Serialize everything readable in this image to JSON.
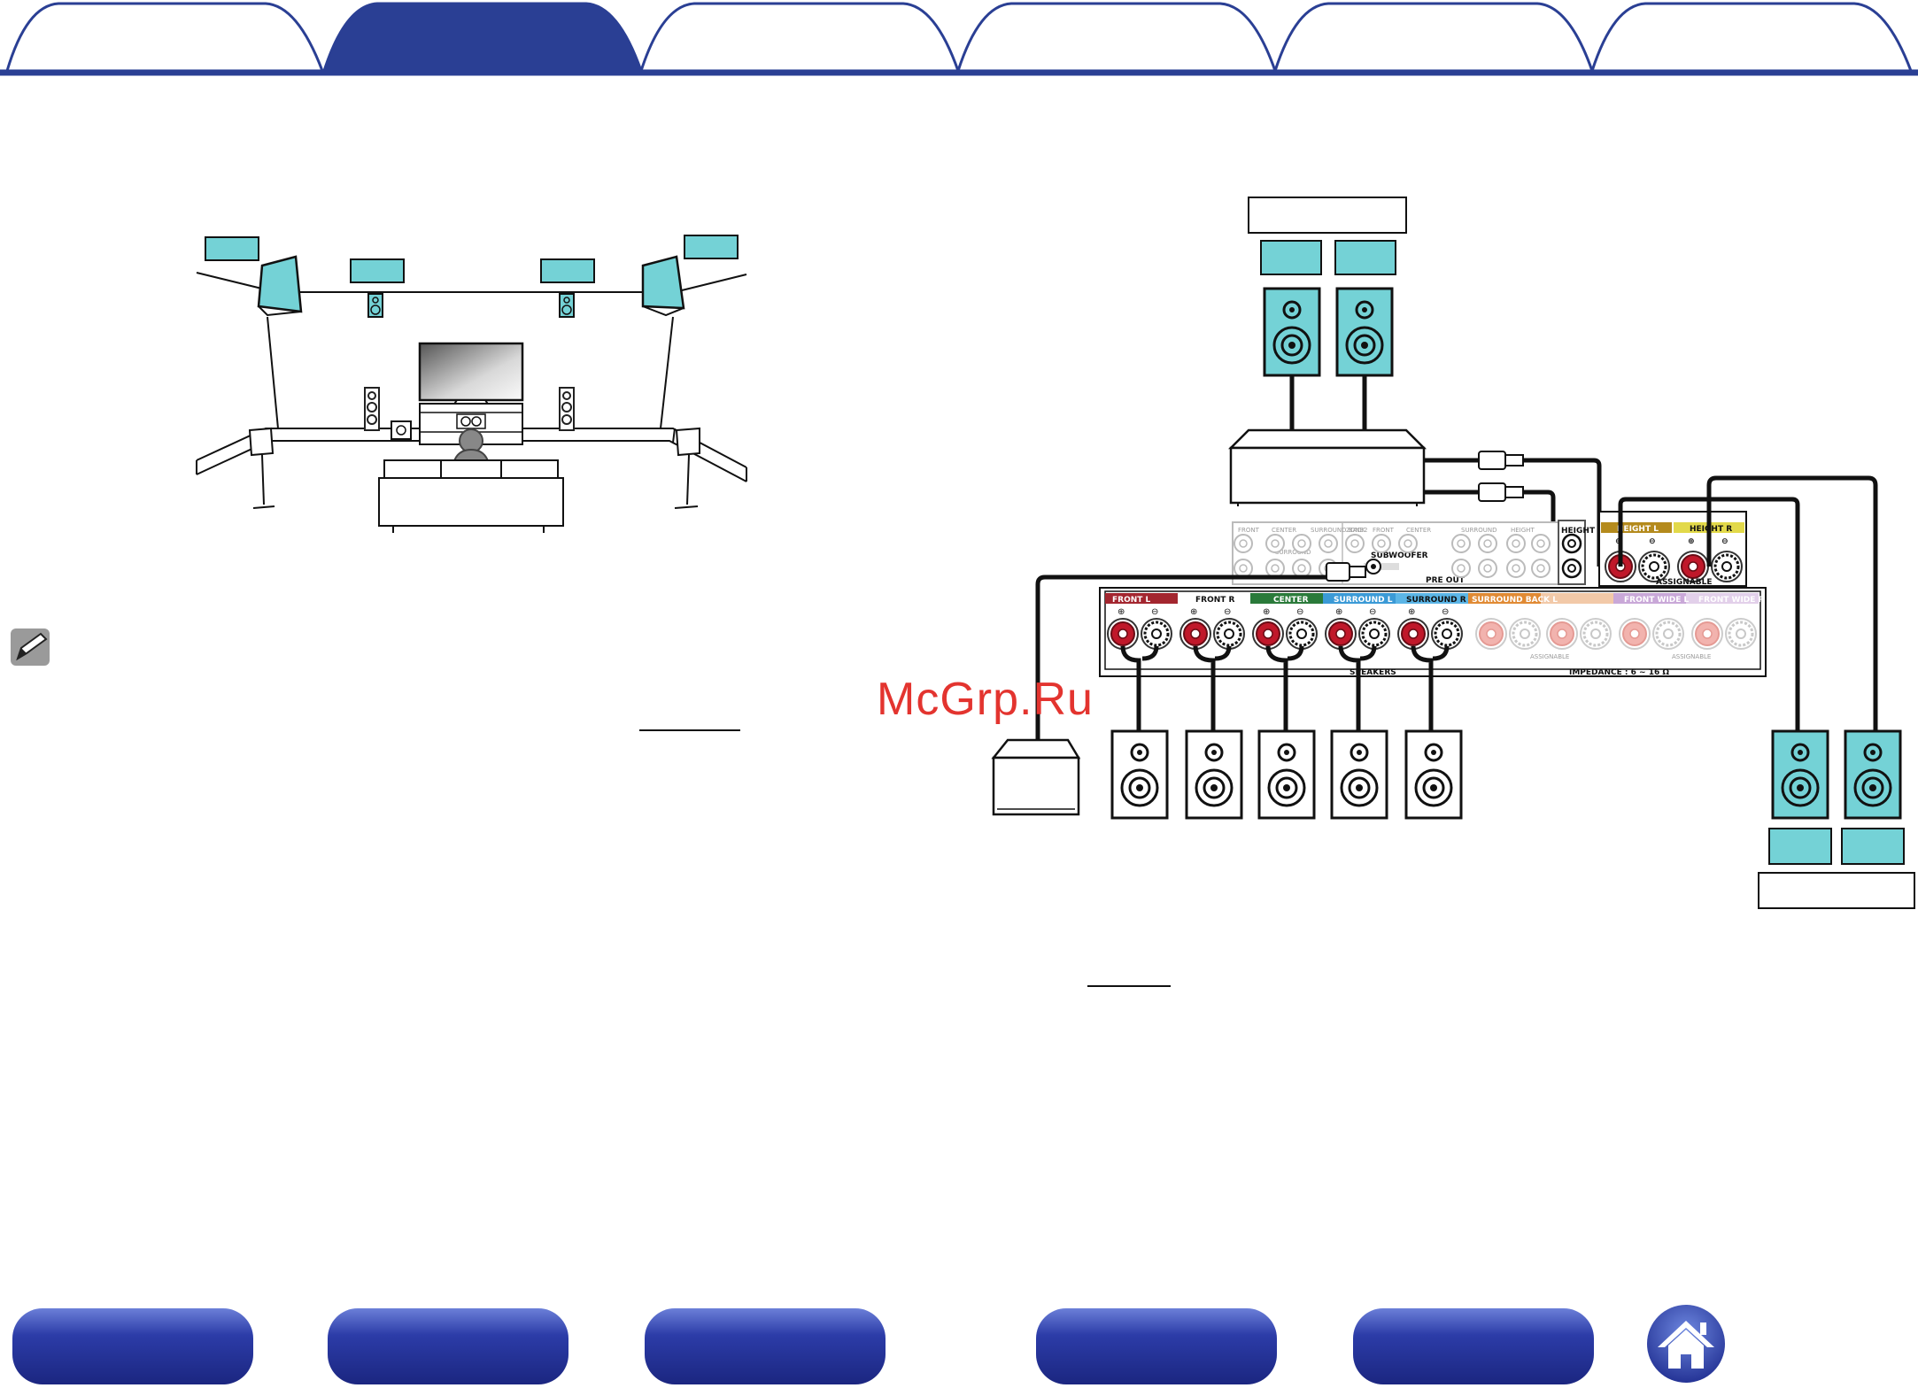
{
  "header": {
    "tabs": [
      {
        "label": "",
        "active": false
      },
      {
        "label": "",
        "active": true
      },
      {
        "label": "",
        "active": false
      },
      {
        "label": "",
        "active": false
      },
      {
        "label": "",
        "active": false
      },
      {
        "label": "",
        "active": false
      }
    ]
  },
  "watermark": "McGrp.Ru",
  "receiver_panel": {
    "section_labels": {
      "front_l": "FRONT L",
      "front_r": "FRONT R",
      "center": "CENTER",
      "surround_l": "SURROUND L",
      "surround_r": "SURROUND R",
      "surround_back_l": "SURROUND BACK L",
      "front_wide_l": "FRONT WIDE L",
      "front_wide_r": "FRONT WIDE R",
      "height_l": "HEIGHT L",
      "height_r": "HEIGHT R",
      "speakers": "SPEAKERS",
      "impedance": "IMPEDANCE : 6 ~ 16 Ω",
      "pre_out": "PRE OUT",
      "subwoofer": "SUBWOOFER",
      "zone2": "ZONE2",
      "front": "FRONT",
      "surround": "SURROUND",
      "surround_back": "SURROUND BACK",
      "height": "HEIGHT",
      "assignable": "ASSIGNABLE"
    }
  },
  "colors": {
    "navy": "#2a3f94",
    "cyan": "#74d2d6",
    "front": "#a3262f",
    "center": "#2a7a3a",
    "surround": "#3b9ad6",
    "surround_back": "#e08a34",
    "height": "#b48a1c",
    "height2": "#e2d94a",
    "front_wide": "#c9a8d8"
  },
  "footer": {
    "buttons": [
      {
        "label": ""
      },
      {
        "label": ""
      },
      {
        "label": ""
      },
      {
        "label": ""
      },
      {
        "label": ""
      }
    ],
    "home_icon": "home-icon"
  }
}
